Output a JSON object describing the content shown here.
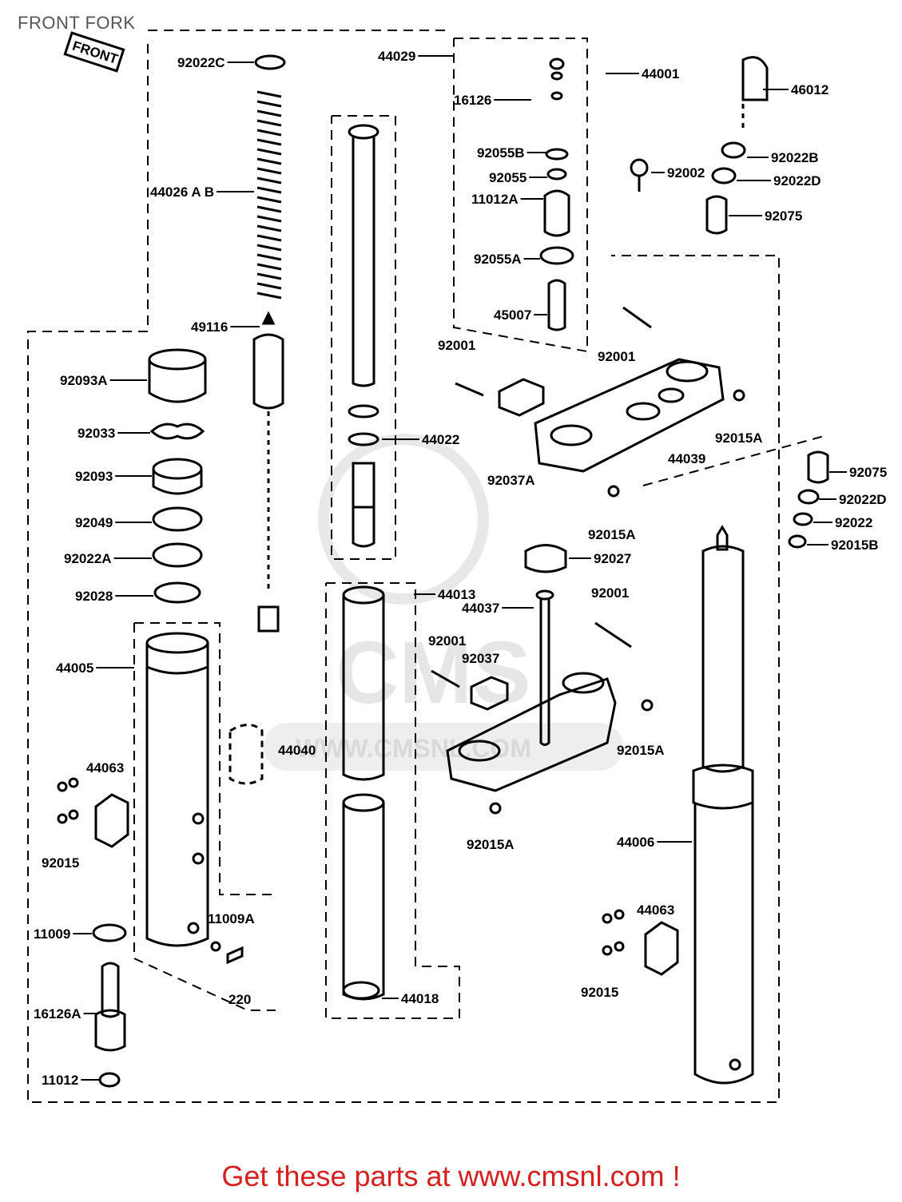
{
  "header": {
    "title": "FRONT FORK",
    "front_tag": "FRONT"
  },
  "footer": {
    "link_text": "Get these parts at www.cmsnl.com !"
  },
  "watermark": {
    "text": "CMS",
    "url": "WWW.CMSNL.COM"
  },
  "colors": {
    "ink": "#000000",
    "link": "#d62020",
    "title": "#555555",
    "watermark": "#e6e6e6"
  },
  "parts": [
    {
      "id": "p01",
      "label": "92022C"
    },
    {
      "id": "p02",
      "label": "44029"
    },
    {
      "id": "p03",
      "label": "44001"
    },
    {
      "id": "p04",
      "label": "46012"
    },
    {
      "id": "p05",
      "label": "16126"
    },
    {
      "id": "p06",
      "label": "92022B"
    },
    {
      "id": "p07",
      "label": "92055B"
    },
    {
      "id": "p08",
      "label": "92002"
    },
    {
      "id": "p09",
      "label": "92022D"
    },
    {
      "id": "p10",
      "label": "92055"
    },
    {
      "id": "p11",
      "label": "44026  A  B"
    },
    {
      "id": "p12",
      "label": "11012A"
    },
    {
      "id": "p13",
      "label": "92075"
    },
    {
      "id": "p14",
      "label": "92055A"
    },
    {
      "id": "p15",
      "label": "45007"
    },
    {
      "id": "p16",
      "label": "49116"
    },
    {
      "id": "p17",
      "label": "92001"
    },
    {
      "id": "p18",
      "label": "92001"
    },
    {
      "id": "p19",
      "label": "92093A"
    },
    {
      "id": "p20",
      "label": "92015A"
    },
    {
      "id": "p21",
      "label": "92033"
    },
    {
      "id": "p22",
      "label": "44022"
    },
    {
      "id": "p23",
      "label": "44039"
    },
    {
      "id": "p24",
      "label": "92037A"
    },
    {
      "id": "p25",
      "label": "92075"
    },
    {
      "id": "p26",
      "label": "92093"
    },
    {
      "id": "p27",
      "label": "92022D"
    },
    {
      "id": "p28",
      "label": "92049"
    },
    {
      "id": "p29",
      "label": "92015A"
    },
    {
      "id": "p30",
      "label": "92022"
    },
    {
      "id": "p31",
      "label": "92015B"
    },
    {
      "id": "p32",
      "label": "92022A"
    },
    {
      "id": "p33",
      "label": "92027"
    },
    {
      "id": "p34",
      "label": "92028"
    },
    {
      "id": "p35",
      "label": "44013"
    },
    {
      "id": "p36",
      "label": "92001"
    },
    {
      "id": "p37",
      "label": "44037"
    },
    {
      "id": "p38",
      "label": "92001"
    },
    {
      "id": "p39",
      "label": "92037"
    },
    {
      "id": "p40",
      "label": "44005"
    },
    {
      "id": "p41",
      "label": "92015A"
    },
    {
      "id": "p42",
      "label": "44040"
    },
    {
      "id": "p43",
      "label": "44063"
    },
    {
      "id": "p44",
      "label": "92015"
    },
    {
      "id": "p45",
      "label": "92015A"
    },
    {
      "id": "p46",
      "label": "44006"
    },
    {
      "id": "p47",
      "label": "11009A"
    },
    {
      "id": "p48",
      "label": "11009"
    },
    {
      "id": "p49",
      "label": "44063"
    },
    {
      "id": "p50",
      "label": "220"
    },
    {
      "id": "p51",
      "label": "92015"
    },
    {
      "id": "p52",
      "label": "44018"
    },
    {
      "id": "p53",
      "label": "16126A"
    },
    {
      "id": "p54",
      "label": "11012"
    }
  ]
}
